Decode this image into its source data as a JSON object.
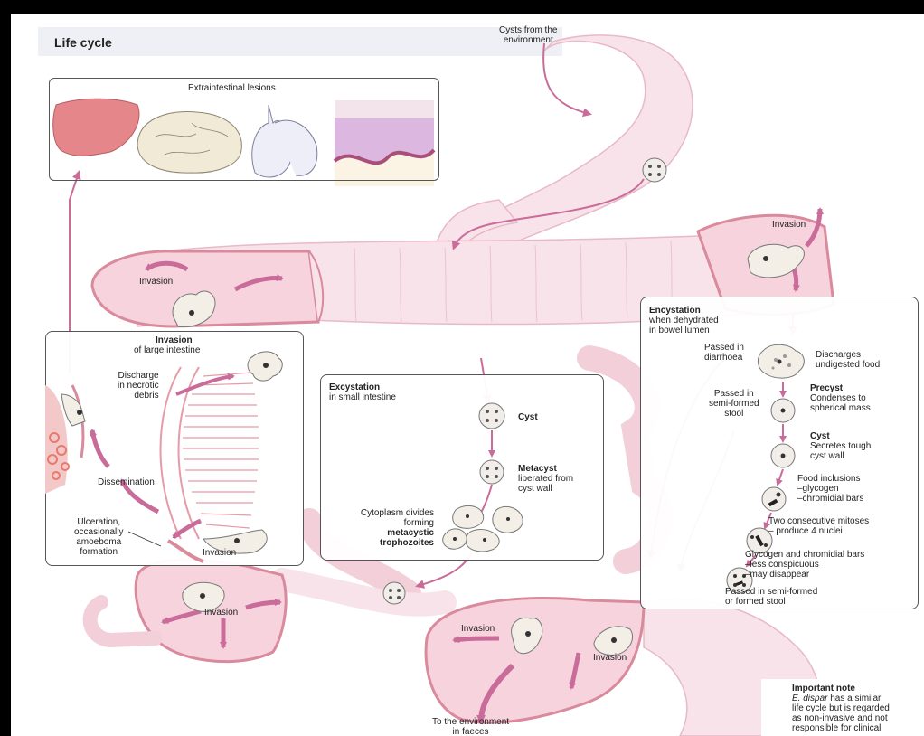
{
  "title": "Life cycle",
  "labels": {
    "cysts_source": [
      "Cysts from the",
      "environment"
    ],
    "extraintestinal": "Extraintestinal lesions",
    "invasion": "Invasion",
    "to_environment": [
      "To the environment",
      "in faeces"
    ]
  },
  "invasion_panel": {
    "title": "Invasion",
    "subtitle": "of large intestine",
    "discharge": [
      "Discharge",
      "in necrotic",
      "debris"
    ],
    "dissemination": "Dissemination",
    "ulceration": [
      "Ulceration,",
      "occasionally",
      "amoeboma",
      "formation"
    ],
    "invasion": "Invasion"
  },
  "excystation_panel": {
    "title": "Excystation",
    "subtitle": "in small intestine",
    "cyst": "Cyst",
    "metacyst_title": "Metacyst",
    "metacyst_desc": [
      "liberated from",
      "cyst wall"
    ],
    "cytoplasm": [
      "Cytoplasm divides",
      "forming"
    ],
    "trophozoites": [
      "metacystic",
      "trophozoites"
    ]
  },
  "encystation_panel": {
    "title": "Encystation",
    "subtitle": [
      "when dehydrated",
      "in bowel lumen"
    ],
    "passed_diarrhoea": [
      "Passed in",
      "diarrhoea"
    ],
    "discharges": [
      "Discharges",
      "undigested food"
    ],
    "passed_semiformed": [
      "Passed in",
      "semi-formed",
      "stool"
    ],
    "precyst_title": "Precyst",
    "precyst_desc": [
      "Condenses to",
      "spherical mass"
    ],
    "cyst_title": "Cyst",
    "cyst_desc": [
      "Secretes tough",
      "cyst wall"
    ],
    "food": [
      "Food inclusions",
      "–glycogen",
      "–chromidial bars"
    ],
    "mitoses": [
      "Two consecutive mitoses",
      "– produce 4 nuclei"
    ],
    "glycogen": [
      "Glycogen and chromidial bars",
      "–less conspicuous",
      "–may disappear"
    ],
    "passed_formed": [
      "Passed in semi-formed",
      "or formed stool"
    ]
  },
  "note": {
    "title": "Important note",
    "species": "E. dispar",
    "text_first": " has a similar",
    "text_rest": [
      "life cycle but is regarded",
      "as non-invasive and not",
      "responsible for clinical"
    ]
  },
  "colors": {
    "tissue": "#f9e3ea",
    "tissue_edge": "#e8b9c6",
    "wall": "#e89aa6",
    "arrow": "#c96c9a",
    "frame": "#000000"
  }
}
